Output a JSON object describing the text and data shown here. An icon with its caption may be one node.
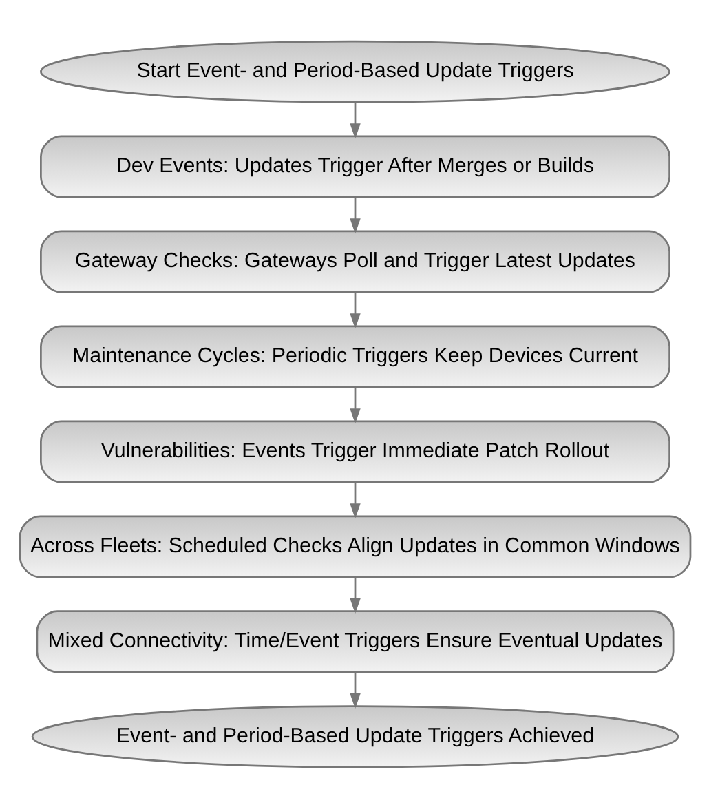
{
  "diagram": {
    "nodes": [
      {
        "text": [
          "Start Event- and Period-Based Update Triggers"
        ]
      },
      {
        "text": [
          "Dev Events: Updates Trigger After Merges or Builds"
        ]
      },
      {
        "text": [
          "Gateway Checks: Gateways Poll and Trigger Latest Updates"
        ]
      },
      {
        "text": [
          "Maintenance Cycles: Periodic Triggers Keep Devices Current"
        ]
      },
      {
        "text": [
          "Vulnerabilities: Events Trigger Immediate Patch Rollout"
        ]
      },
      {
        "text": [
          "Across Fleets: Scheduled Checks Align Updates in Common Windows"
        ]
      },
      {
        "text": [
          "Mixed Connectivity: Time/Event Triggers Ensure Eventual Updates"
        ]
      },
      {
        "text": [
          "Event- and Period-Based Update Triggers Achieved"
        ]
      }
    ],
    "edges": [
      {
        "from": 0,
        "to": 1,
        "arrow": "to"
      },
      {
        "from": 1,
        "to": 2,
        "arrow": "to"
      },
      {
        "from": 2,
        "to": 3,
        "arrow": "to"
      },
      {
        "from": 3,
        "to": 4,
        "arrow": "to"
      },
      {
        "from": 4,
        "to": 5,
        "arrow": "to"
      },
      {
        "from": 5,
        "to": 6,
        "arrow": "to"
      },
      {
        "from": 6,
        "to": 7,
        "arrow": "to"
      }
    ]
  }
}
